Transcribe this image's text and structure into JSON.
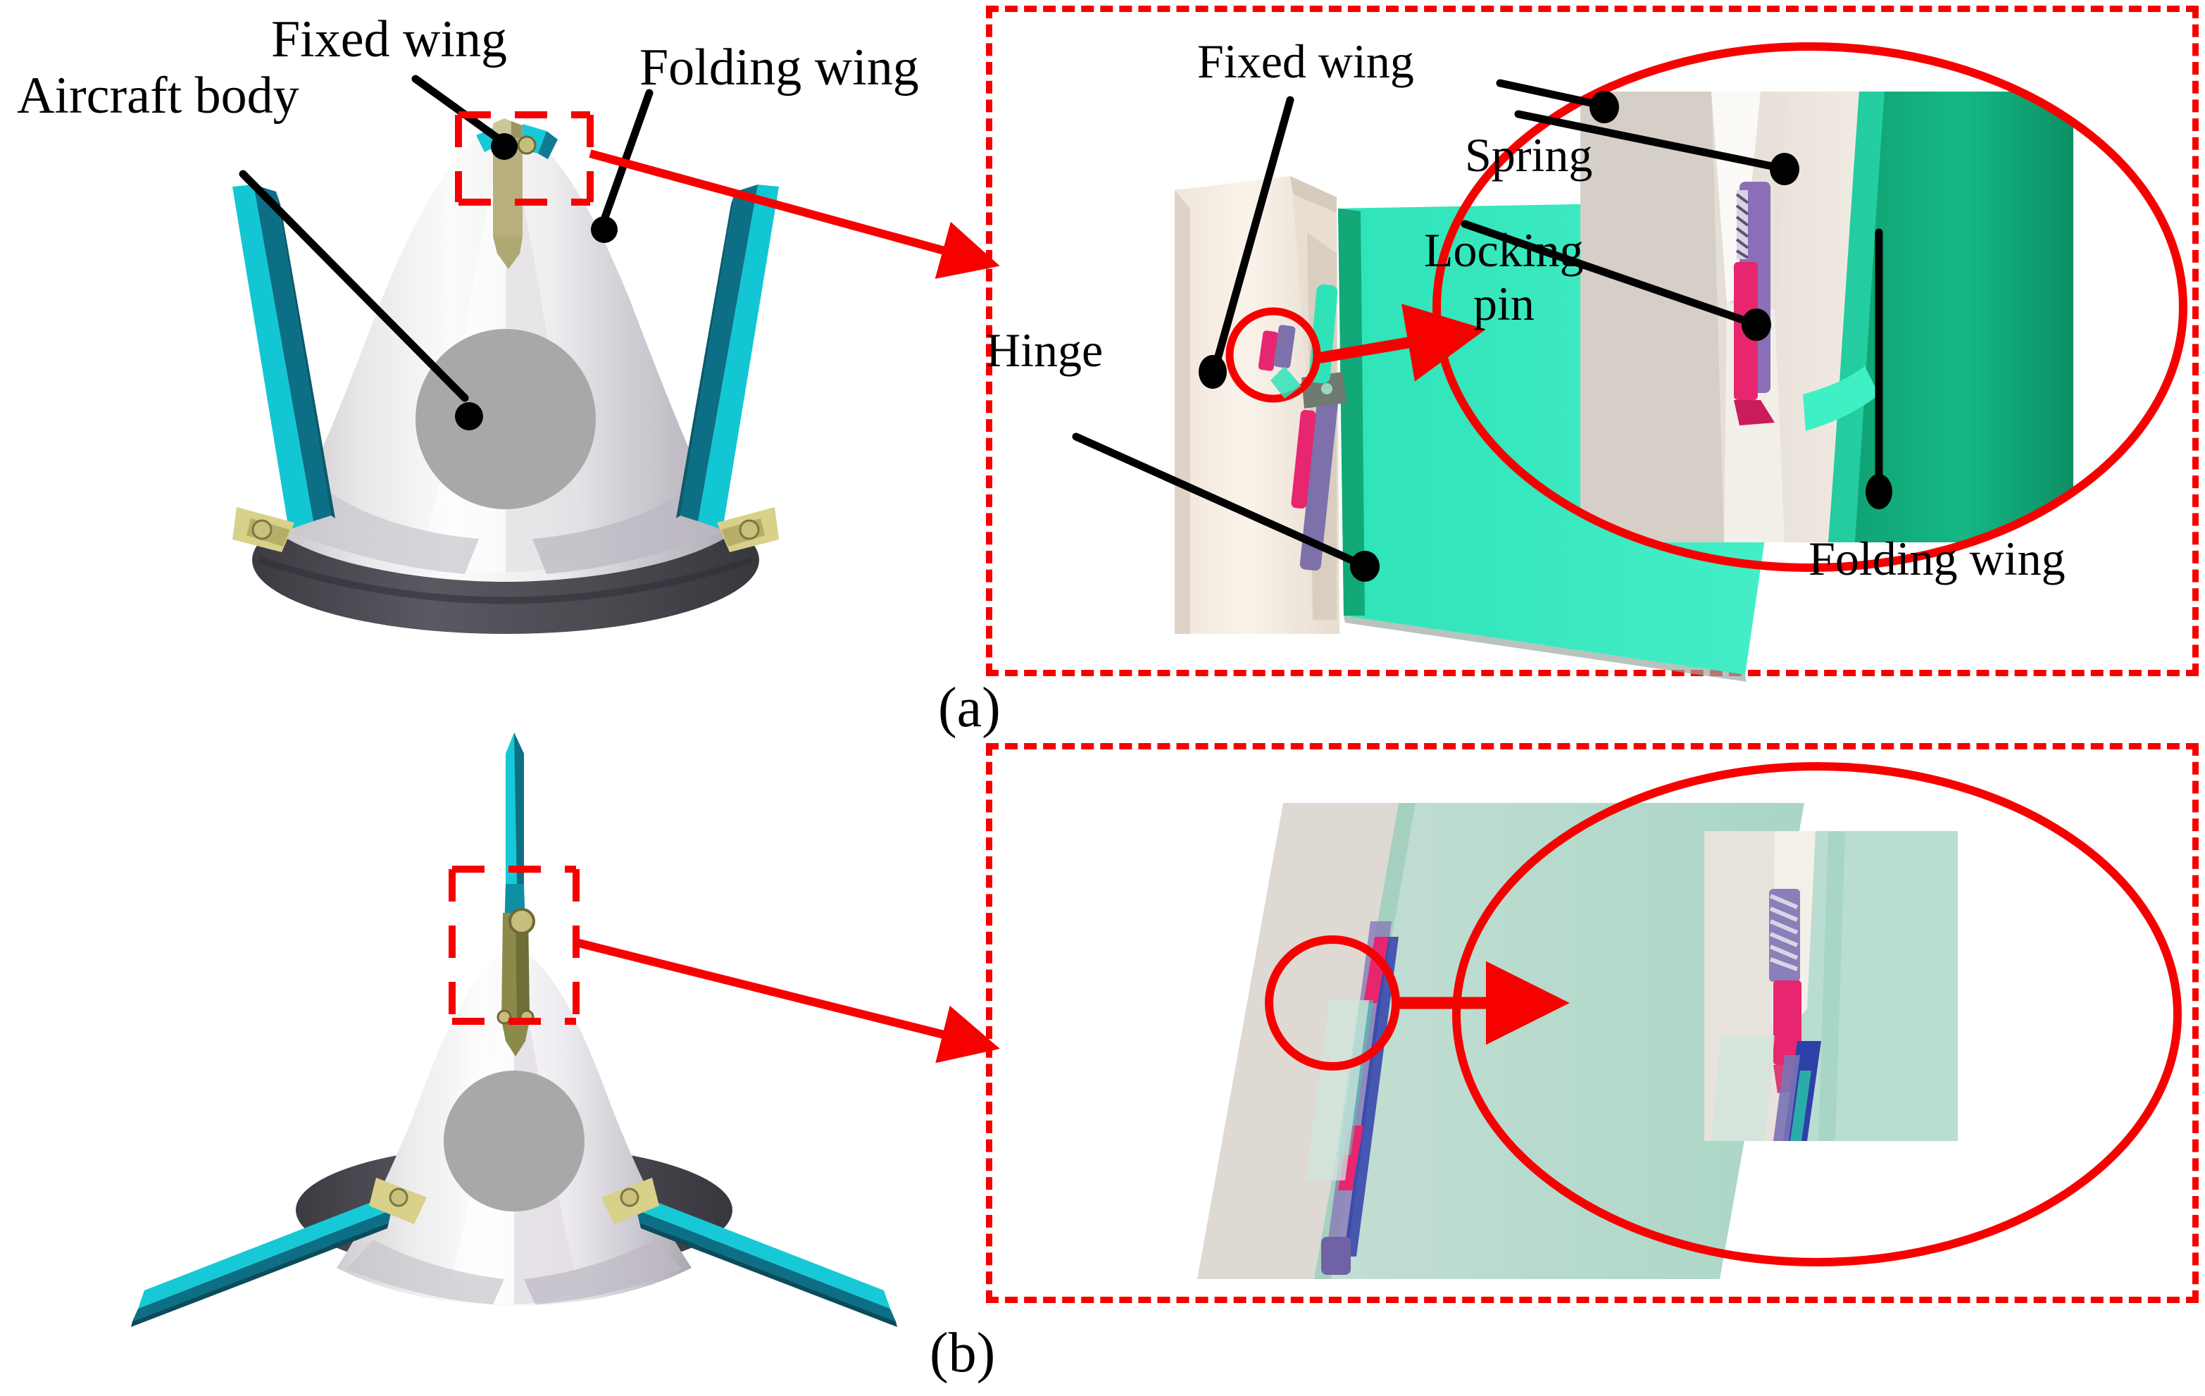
{
  "figure": {
    "type": "technical-diagram",
    "subject": "Folding-wing aircraft wing locking mechanism",
    "background_color": "#ffffff",
    "accent_red": "#f70000",
    "leader_color": "#000000"
  },
  "panels": [
    {
      "id": "a",
      "caption": "(a)",
      "state": "wings folded",
      "labels": [
        {
          "name": "aircraft-body",
          "text": "Aircraft body"
        },
        {
          "name": "fixed-wing",
          "text": "Fixed wing"
        },
        {
          "name": "folding-wing",
          "text": "Folding wing"
        }
      ],
      "detail_labels": [
        {
          "name": "fixed-wing-detail",
          "text": "Fixed wing"
        },
        {
          "name": "spring",
          "text": "Spring"
        },
        {
          "name": "locking-pin",
          "text": "Locking\npin"
        },
        {
          "name": "hinge",
          "text": "Hinge"
        },
        {
          "name": "folding-wing-detail",
          "text": "Folding wing"
        }
      ]
    },
    {
      "id": "b",
      "caption": "(b)",
      "state": "wings deployed",
      "labels": [],
      "detail_labels": []
    }
  ],
  "colors": {
    "wing_cyan_light": "#13c6d4",
    "wing_cyan_dark": "#0c6f85",
    "folding_wing_teal": "#3ae8c0",
    "folding_wing_green": "#12a877",
    "fixed_wing_cream": "#f6ece2",
    "fixed_wing_grey": "#d8d2cc",
    "spring_purple": "#8a6fb8",
    "locking_pin_magenta": "#e8256f",
    "hinge_gold": "#8c8a4a",
    "body_light_grey": "#eceaea",
    "body_mid_grey": "#b4b2b4",
    "body_dark_grey": "#4c4a50",
    "circle_grey": "#a8a8a8",
    "panel_b_wing_pale": "#b9ddd0"
  },
  "text": {
    "aircraft_body": "Aircraft body",
    "fixed_wing": "Fixed wing",
    "folding_wing": "Folding wing",
    "fixed_wing_2": "Fixed wing",
    "spring": "Spring",
    "locking_pin_l1": "Locking",
    "locking_pin_l2": "pin",
    "hinge": "Hinge",
    "folding_wing_2": "Folding wing",
    "caption_a": "(a)",
    "caption_b": "(b)"
  }
}
